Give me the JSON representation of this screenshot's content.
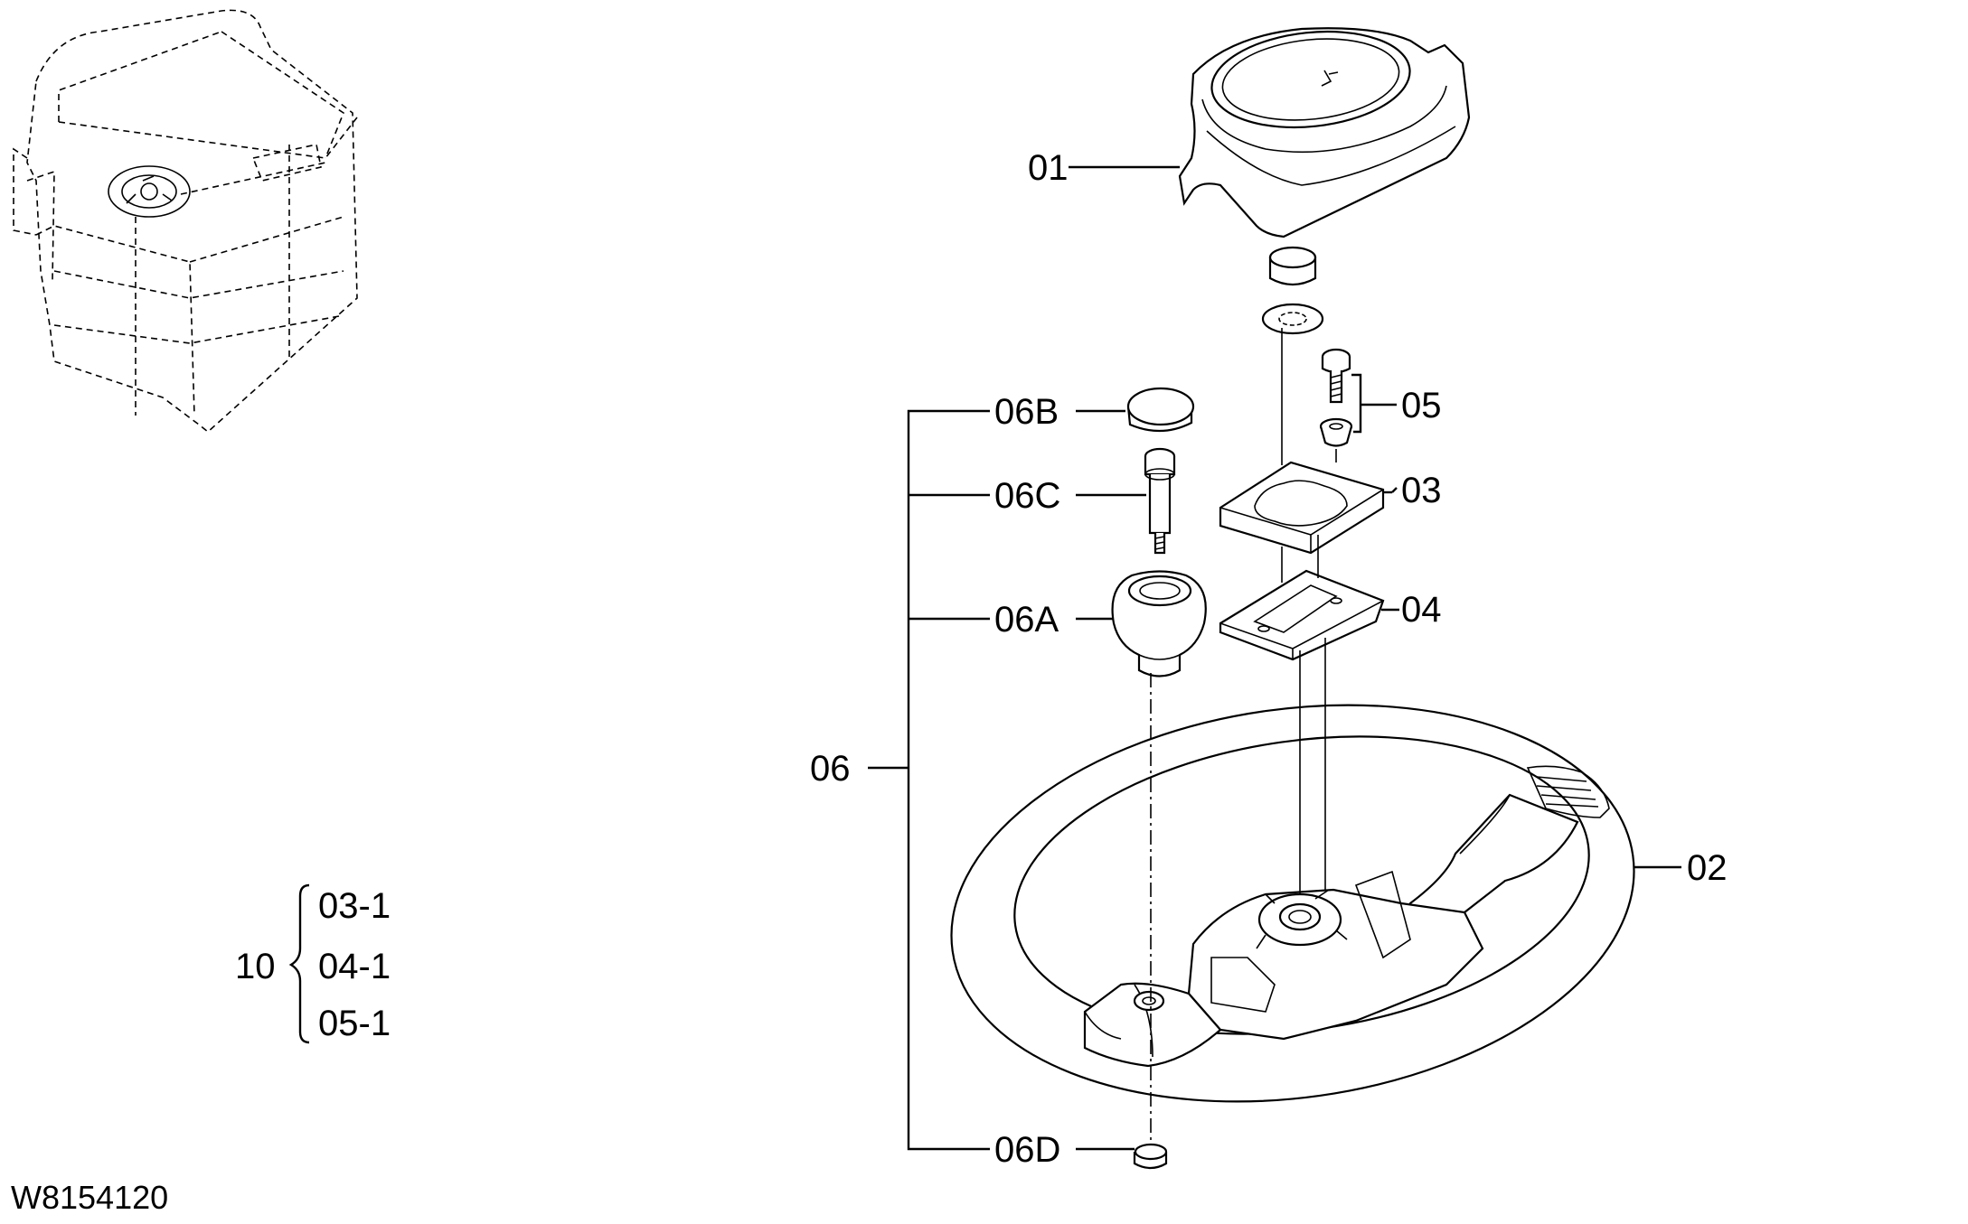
{
  "drawing_id": "W8154120",
  "callouts": {
    "c01": "01",
    "c02": "02",
    "c03": "03",
    "c04": "04",
    "c05": "05",
    "c06": "06",
    "c06A": "06A",
    "c06B": "06B",
    "c06C": "06C",
    "c06D": "06D"
  },
  "kit": {
    "number": "10",
    "items": [
      "03-1",
      "04-1",
      "05-1"
    ]
  }
}
